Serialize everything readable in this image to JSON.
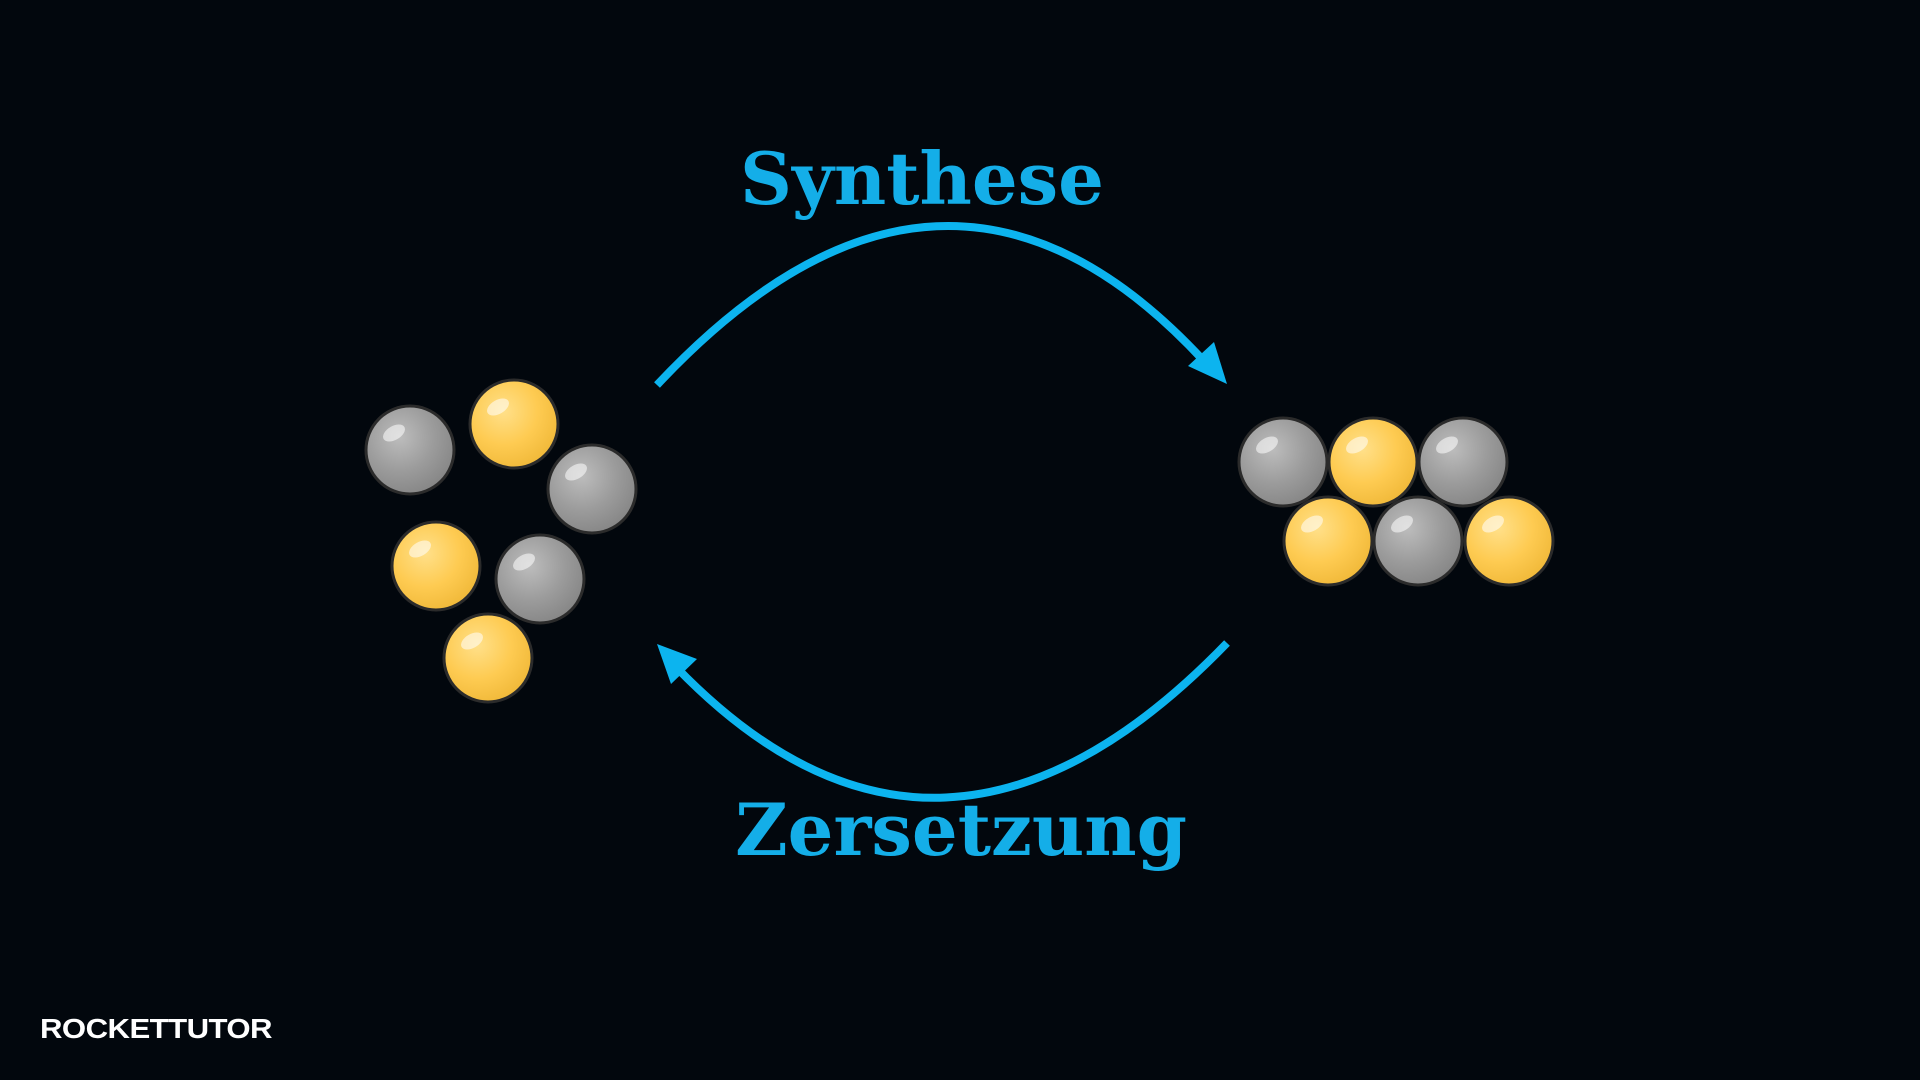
{
  "labels": {
    "forward": "Synthese",
    "reverse": "Zersetzung"
  },
  "logo": {
    "text": "ROCKETTUTOR"
  },
  "colors": {
    "background": "#02070d",
    "arrow": "#0cb4ef",
    "label": "#14aee8",
    "atom_gold": "#fecb52",
    "atom_gray": "#9c9c9c",
    "atom_outline": "#2b2b2b",
    "logo_text": "#ffffff",
    "logo_accent": "#2aa8e0"
  },
  "molecules": {
    "reactants": [
      "gray",
      "gold",
      "gray",
      "gold",
      "gray",
      "gold"
    ],
    "product": [
      "gray",
      "gold",
      "gray",
      "gold",
      "gray",
      "gold"
    ]
  }
}
